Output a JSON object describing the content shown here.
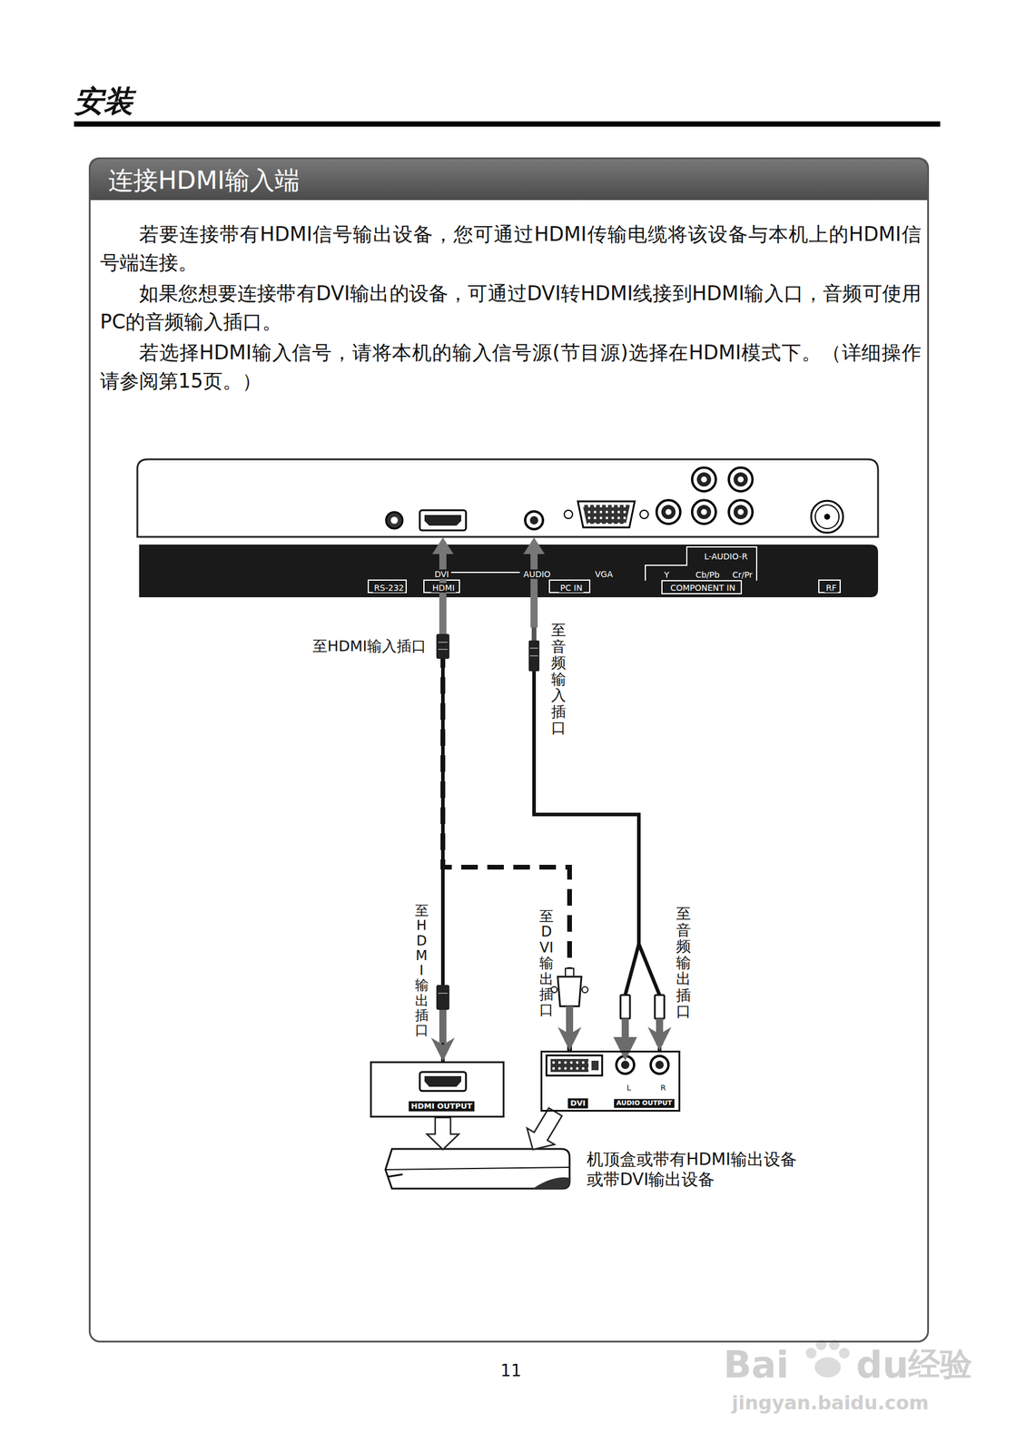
{
  "diagram": {
    "title": "安装",
    "nodes": [
      {
        "text": [
          "连接HDMI输入端"
        ]
      },
      {
        "text": [
          "DVI",
          "AUDIO",
          "VGA",
          "L-AUDIO-R",
          "Y",
          "Cb/Pb",
          "Cr/Pr",
          "RS-232",
          "HDMI",
          "PC IN",
          "COMPONENT IN",
          "RF"
        ],
        "in": 0
      },
      {
        "text": [
          "HDMI OUTPUT"
        ],
        "in": 0
      },
      {
        "text": [
          "DVI",
          "L",
          "R",
          "AUDIO OUTPUT"
        ],
        "in": 0
      },
      {
        "text": [
          "机顶盒或带有HDMI输出设备 或带DVI输出设备"
        ],
        "in": 0
      }
    ],
    "edges": [
      {
        "from": 1,
        "to": 2,
        "arrow": "to"
      },
      {
        "from": 1,
        "to": 3,
        "arrow": "to"
      },
      {
        "from": 1,
        "to": 3,
        "arrow": "to"
      },
      {
        "from": 2,
        "to": 4,
        "arrow": "to"
      },
      {
        "from": 3,
        "to": 4,
        "arrow": "to"
      }
    ],
    "labels": [
      "若要连接带有HDMI信号输出设备，您可通过HDMI传输电缆将该设备与本机上的HDMI信号端连接。",
      "如果您想要连接带有DVI输出的设备，可通过DVI转HDMI线接到HDMI输入口，音频可使用PC的音频输入插口。",
      "若选择HDMI输入信号，请将本机的输入信号源(节目源)选择在HDMI模式下。（详细操作请参阅第15页。）",
      "至HDMI输入插口",
      "至音频输入插口",
      "至HDMI输出插口",
      "至DVI输出插口",
      "至音频输出插口",
      "11",
      "Bai",
      "du",
      "经验",
      "jingyan.baidu.com"
    ]
  }
}
